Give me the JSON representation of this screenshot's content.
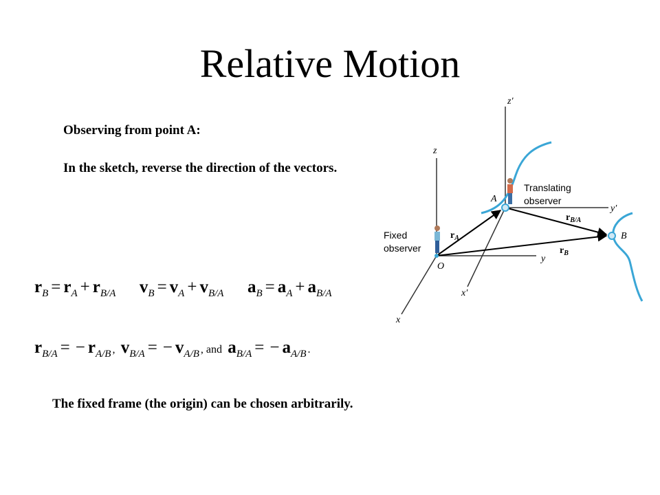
{
  "title": "Relative Motion",
  "heading": "Observing from point A:",
  "instruction": "In the sketch, reverse the direction of the vectors.",
  "note": "The fixed frame (the origin) can be chosen arbitrarily.",
  "equations": {
    "row1": [
      {
        "lhs": "r",
        "lhs_sub": "B",
        "t1": "r",
        "t1_sub": "A",
        "op": "+",
        "t2": "r",
        "t2_sub": "B/A"
      },
      {
        "lhs": "v",
        "lhs_sub": "B",
        "t1": "v",
        "t1_sub": "A",
        "op": "+",
        "t2": "v",
        "t2_sub": "B/A"
      },
      {
        "lhs": "a",
        "lhs_sub": "B",
        "t1": "a",
        "t1_sub": "A",
        "op": "+",
        "t2": "a",
        "t2_sub": "B/A"
      }
    ],
    "row2": [
      {
        "lhs": "r",
        "lhs_sub": "B/A",
        "rhs": "r",
        "rhs_sub": "A/B",
        "after": ","
      },
      {
        "lhs": "v",
        "lhs_sub": "B/A",
        "rhs": "v",
        "rhs_sub": "A/B",
        "after": ", and"
      },
      {
        "lhs": "a",
        "lhs_sub": "B/A",
        "rhs": "a",
        "rhs_sub": "A/B",
        "after": "."
      }
    ]
  },
  "diagram": {
    "labels": {
      "z_prime": "z′",
      "z": "z",
      "y_prime": "y′",
      "y": "y",
      "x": "x",
      "x_prime": "x′",
      "O": "O",
      "A": "A",
      "B": "B",
      "fixed_observer_1": "Fixed",
      "fixed_observer_2": "observer",
      "translating_observer_1": "Translating",
      "translating_observer_2": "observer",
      "r_A": "r",
      "r_A_sub": "A",
      "r_B": "r",
      "r_B_sub": "B",
      "r_BA": "r",
      "r_BA_sub": "B/A"
    },
    "colors": {
      "path": "#3aa6d6",
      "axes": "#333333",
      "vectors": "#000000"
    }
  }
}
